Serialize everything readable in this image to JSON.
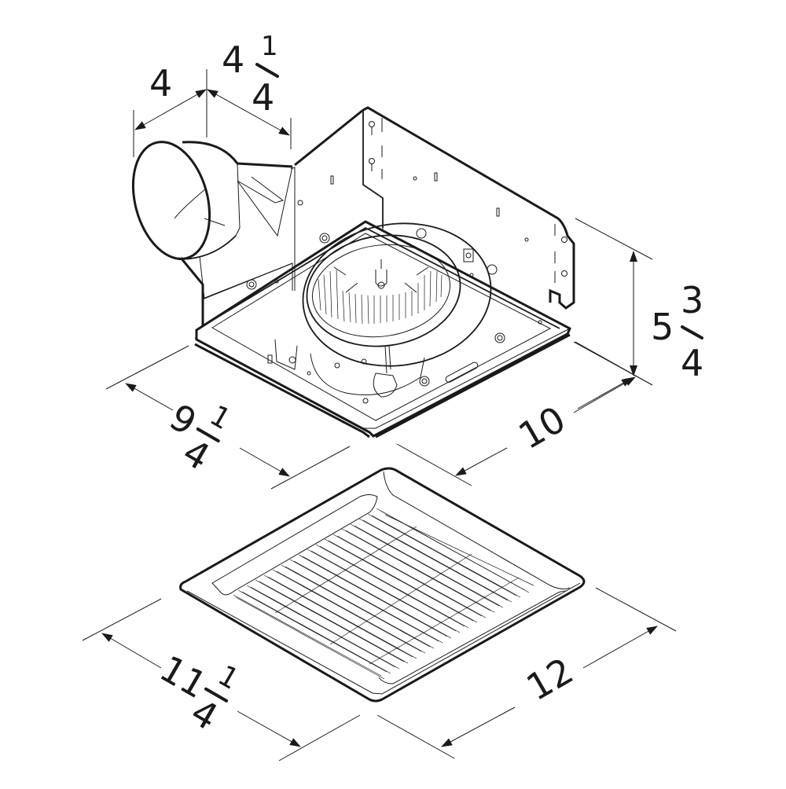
{
  "diagram": {
    "subject": "Ceiling exhaust fan housing and grille with dimensions",
    "units": "inches",
    "colors": {
      "line": "#1a1a1a",
      "background": "#ffffff"
    },
    "dimensions": {
      "duct_depth": {
        "whole": "4",
        "numerator": "",
        "denominator": ""
      },
      "duct_offset": {
        "whole": "4",
        "numerator": "1",
        "denominator": "4"
      },
      "housing_height": {
        "whole": "5",
        "numerator": "3",
        "denominator": "4"
      },
      "housing_width": {
        "whole": "9",
        "numerator": "1",
        "denominator": "4"
      },
      "housing_length": {
        "whole": "10",
        "numerator": "",
        "denominator": ""
      },
      "grille_width": {
        "whole": "11",
        "numerator": "1",
        "denominator": "4"
      },
      "grille_length": {
        "whole": "12",
        "numerator": "",
        "denominator": ""
      }
    },
    "components": [
      "duct-collar",
      "mounting-bracket",
      "fan-housing",
      "blower-wheel",
      "motor",
      "grille"
    ]
  }
}
